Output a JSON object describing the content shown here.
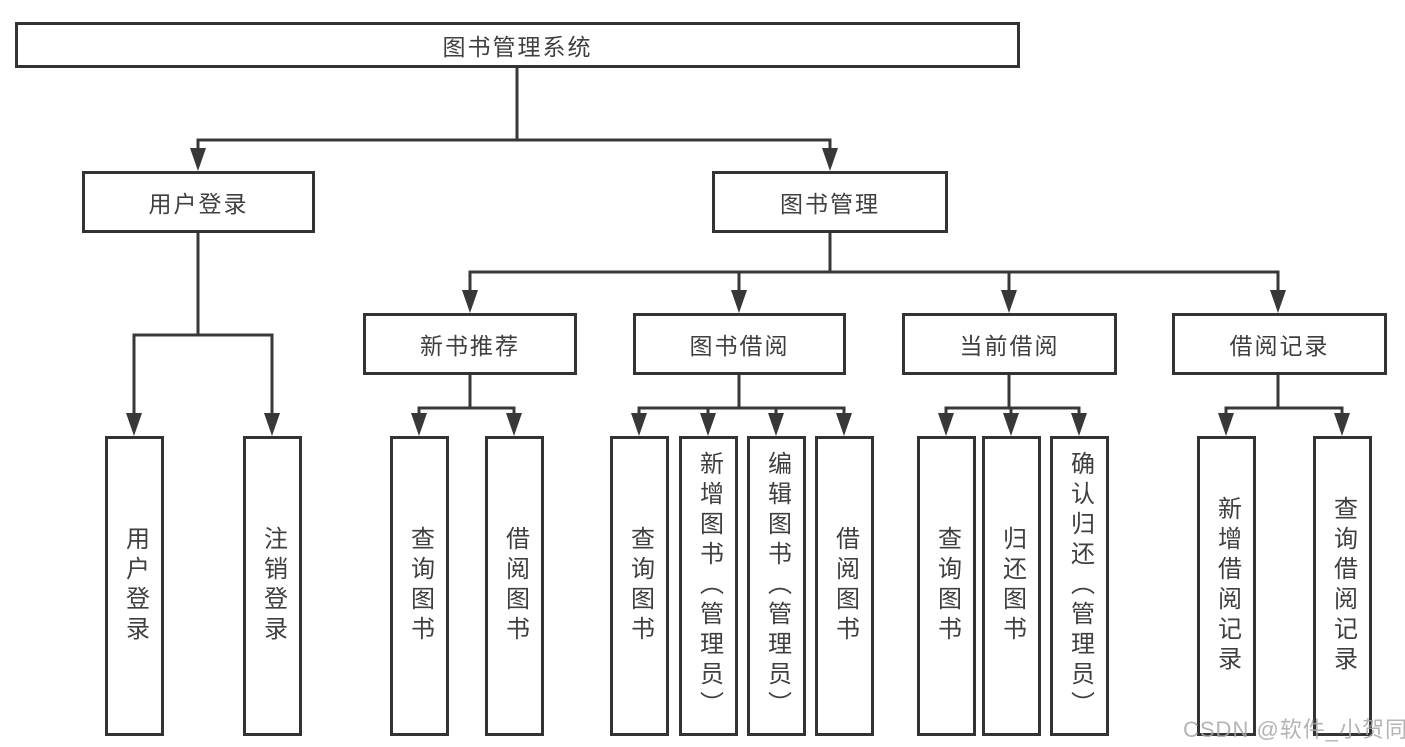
{
  "tree": {
    "root": {
      "label": "图书管理系统",
      "children": [
        {
          "label": "用户登录",
          "children": [
            {
              "label": "用户登录"
            },
            {
              "label": "注销登录"
            }
          ]
        },
        {
          "label": "图书管理",
          "children": [
            {
              "label": "新书推荐",
              "children": [
                {
                  "label": "查询图书"
                },
                {
                  "label": "借阅图书"
                }
              ]
            },
            {
              "label": "图书借阅",
              "children": [
                {
                  "label": "查询图书"
                },
                {
                  "label": "新增图书（管理员）"
                },
                {
                  "label": "编辑图书（管理员）"
                },
                {
                  "label": "借阅图书"
                }
              ]
            },
            {
              "label": "当前借阅",
              "children": [
                {
                  "label": "查询图书"
                },
                {
                  "label": "归还图书"
                },
                {
                  "label": "确认归还（管理员）"
                }
              ]
            },
            {
              "label": "借阅记录",
              "children": [
                {
                  "label": "新增借阅记录"
                },
                {
                  "label": "查询借阅记录"
                }
              ]
            }
          ]
        }
      ]
    }
  },
  "watermark": {
    "text": "CSDN @软件_小贺同学"
  },
  "colors": {
    "line": "#383838",
    "box_border": "#333333",
    "text": "#3f3f3f",
    "watermark": "#a8a8a8",
    "background": "#ffffff"
  }
}
